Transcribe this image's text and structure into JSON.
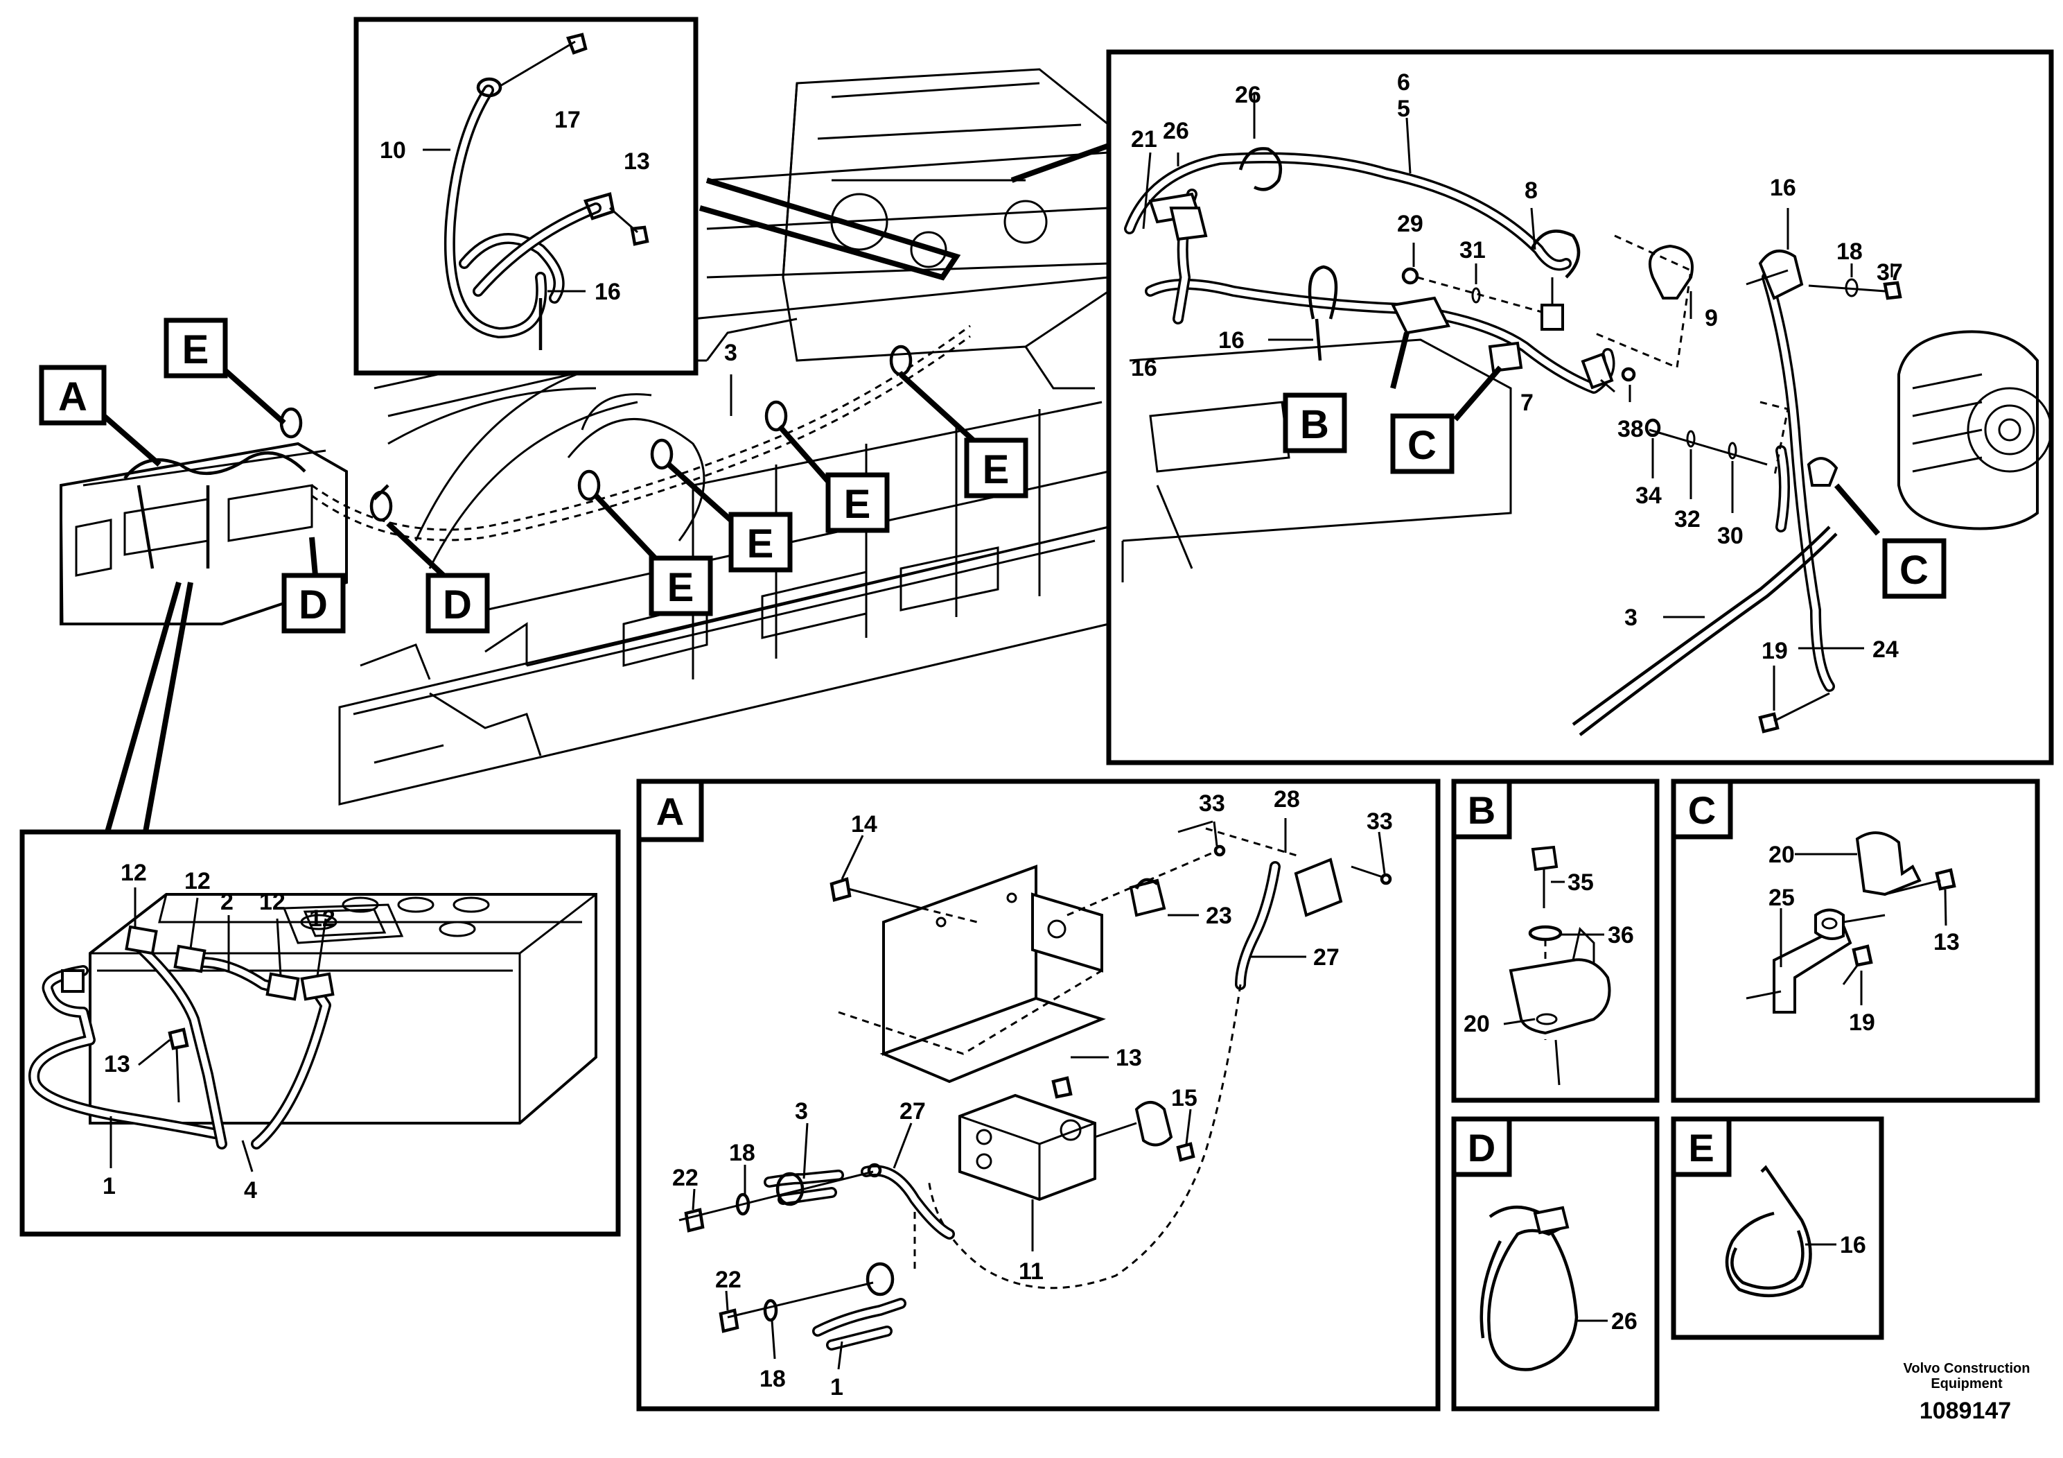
{
  "overview": {
    "tags": [
      "A",
      "E",
      "E",
      "E",
      "E",
      "E",
      "D",
      "D"
    ],
    "callouts": [
      "3"
    ]
  },
  "top_inset": {
    "callouts": [
      "17",
      "10",
      "13",
      "16"
    ]
  },
  "engine_detail": {
    "callouts": [
      "26",
      "6",
      "5",
      "21",
      "26",
      "8",
      "16",
      "29",
      "31",
      "16",
      "18",
      "37",
      "16",
      "16",
      "9",
      "7",
      "38",
      "34",
      "32",
      "30",
      "3",
      "19",
      "24"
    ],
    "tags": [
      "B",
      "C",
      "C"
    ]
  },
  "battery_detail": {
    "callouts": [
      "12",
      "12",
      "2",
      "12",
      "12",
      "13",
      "1",
      "4"
    ]
  },
  "detail_a": {
    "header": "A",
    "callouts": [
      "14",
      "33",
      "28",
      "33",
      "23",
      "27",
      "13",
      "15",
      "3",
      "27",
      "22",
      "18",
      "11",
      "22",
      "18",
      "1"
    ]
  },
  "detail_b": {
    "header": "B",
    "callouts": [
      "35",
      "36",
      "20"
    ]
  },
  "detail_c": {
    "header": "C",
    "callouts": [
      "20",
      "25",
      "13",
      "19"
    ]
  },
  "detail_d": {
    "header": "D",
    "callouts": [
      "26"
    ]
  },
  "detail_e": {
    "header": "E",
    "callouts": [
      "16"
    ]
  },
  "footer": {
    "brand_line1": "Volvo Construction",
    "brand_line2": "Equipment",
    "doc_number": "1089147"
  }
}
